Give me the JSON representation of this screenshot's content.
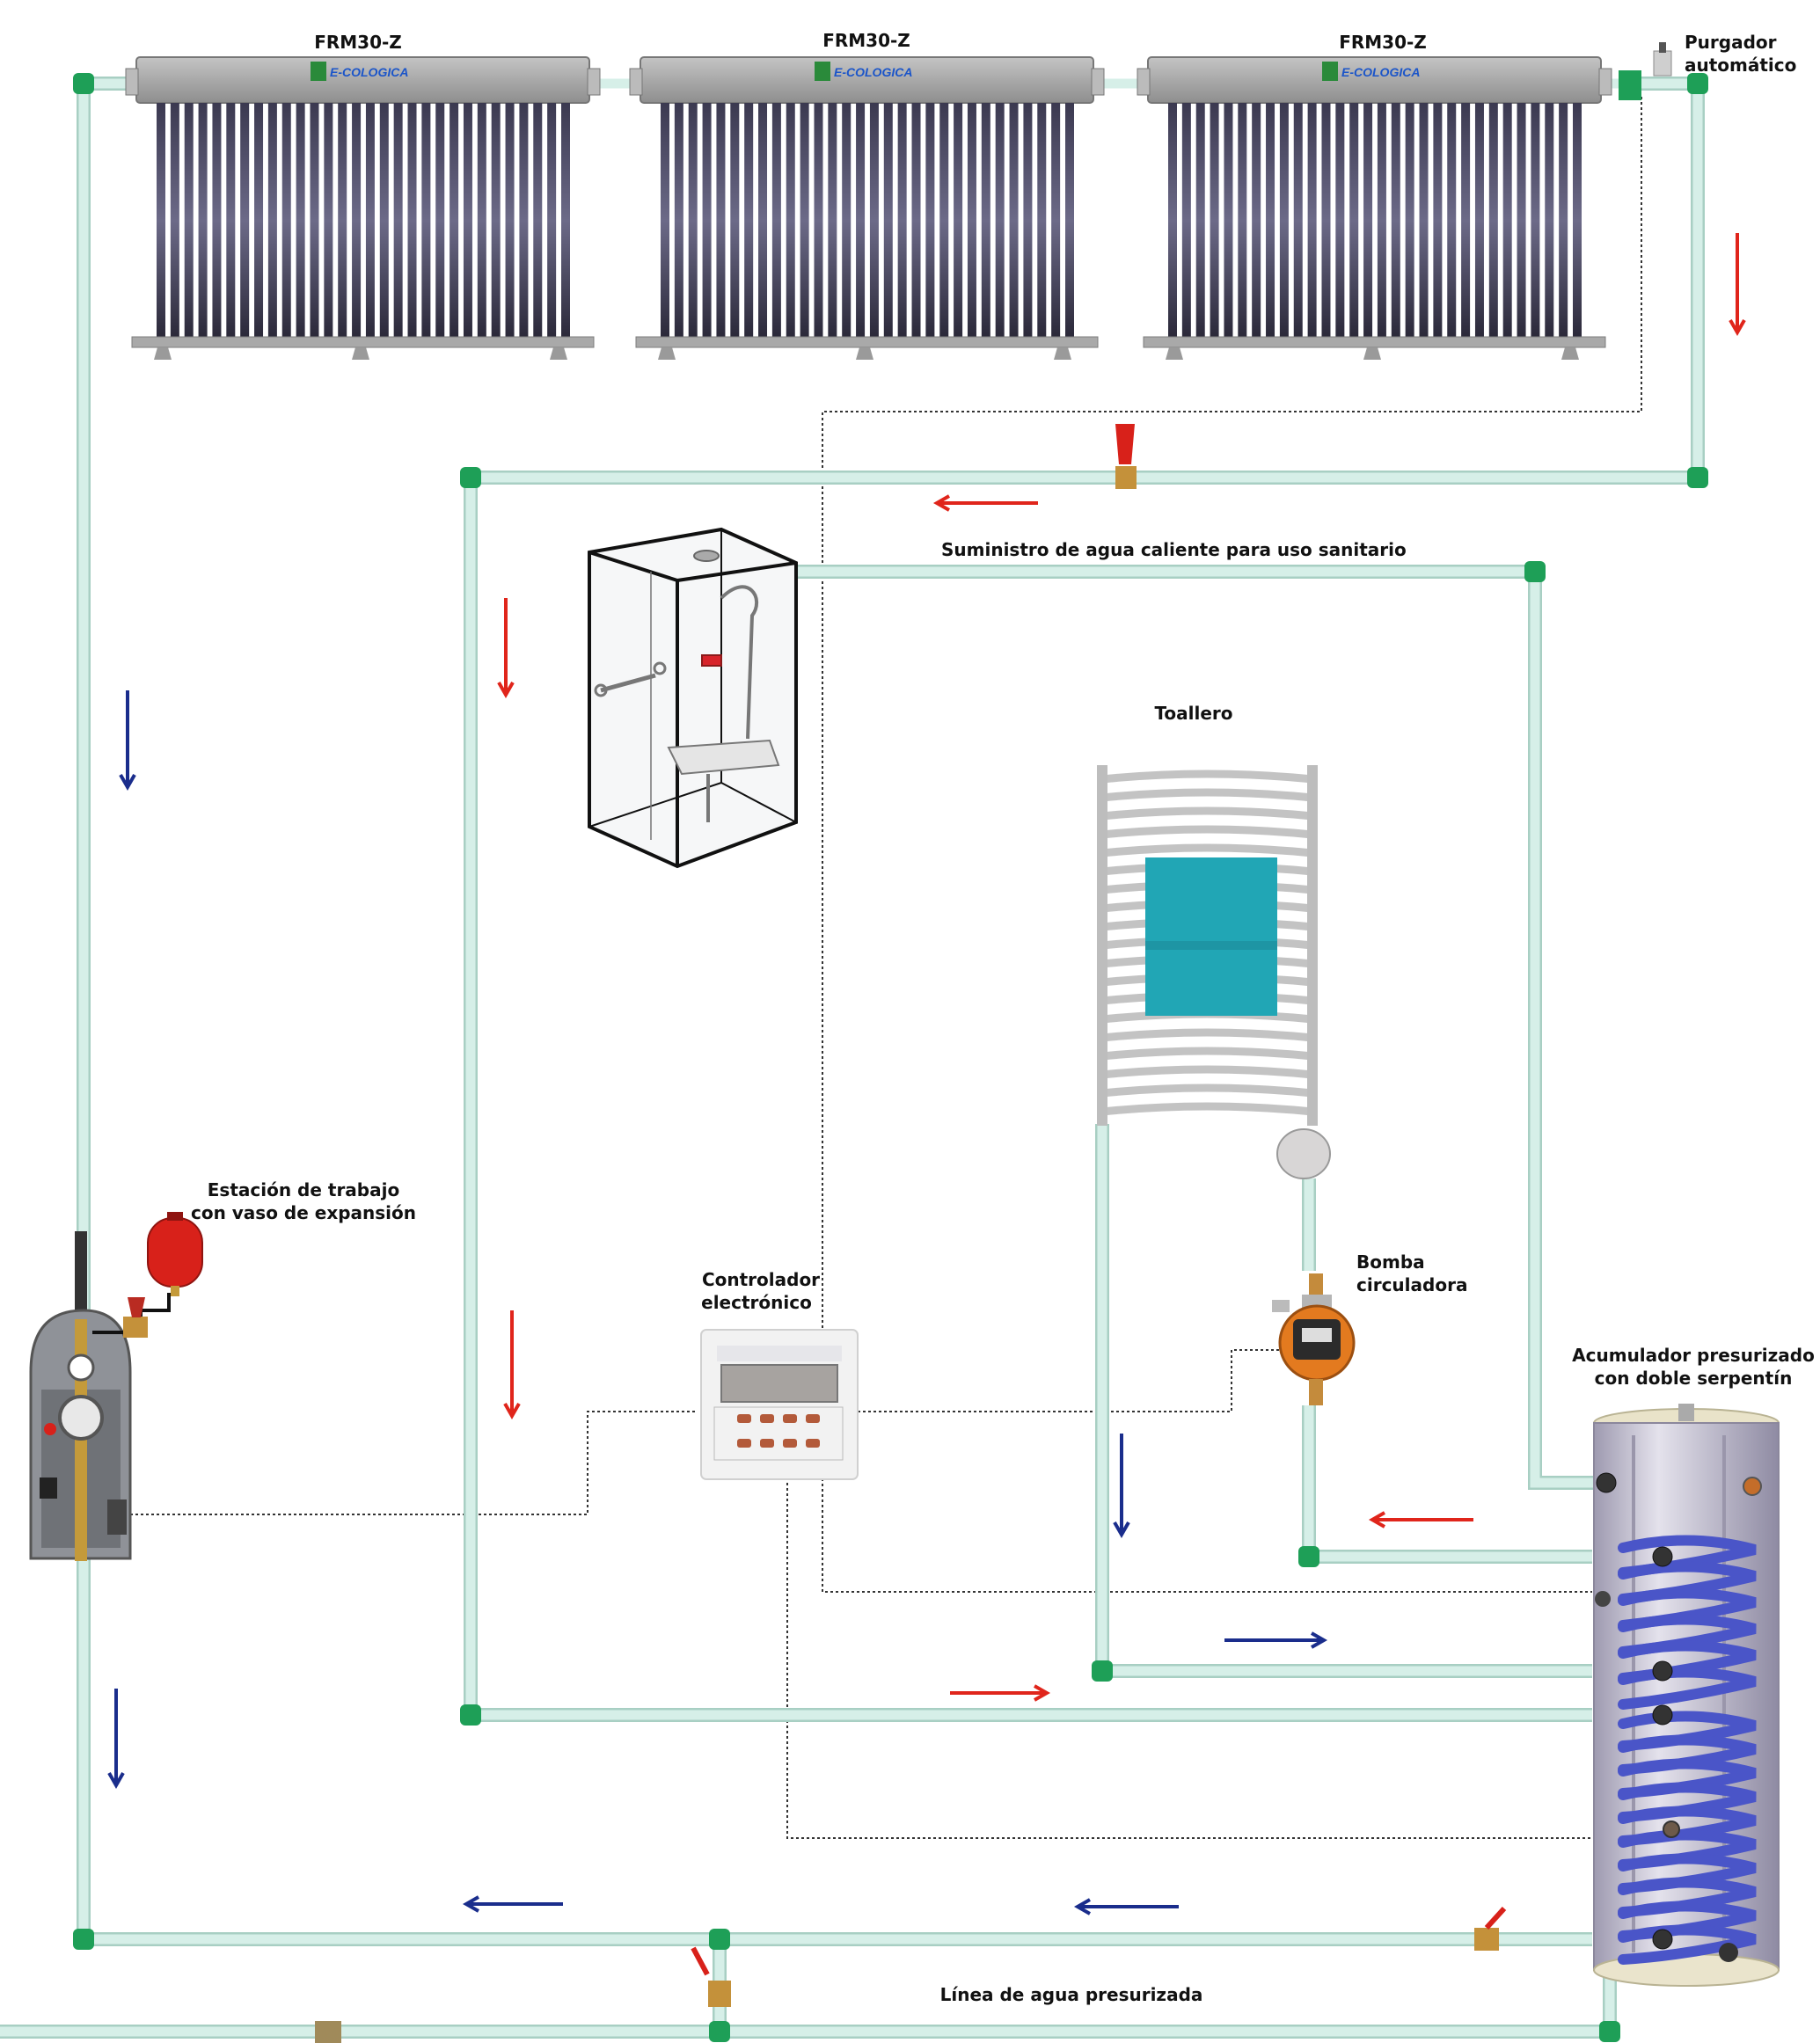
{
  "colors": {
    "pipe": "#d6efe8",
    "pipe_edge": "#a8cfc3",
    "elbow": "#1e9f57",
    "hot_arrow": "#e0251b",
    "cold_arrow": "#1a2d8c",
    "coil": "#4a55c8",
    "tank": "#c9c6d6",
    "pump": "#e37a1f",
    "expansion_vessel": "#d8211a",
    "towel": "#21a6b5",
    "collector_frame": "#9a9a9a",
    "tube": "#27253a"
  },
  "collectors": [
    {
      "model": "FRM30-Z",
      "brand": "E-COLOGICA"
    },
    {
      "model": "FRM30-Z",
      "brand": "E-COLOGICA"
    },
    {
      "model": "FRM30-Z",
      "brand": "E-COLOGICA"
    }
  ],
  "labels": {
    "air_vent_line1": "Purgador",
    "air_vent_line2": "automático",
    "dhw_supply": "Suministro de agua caliente para uso sanitario",
    "towel_rail": "Toallero",
    "station_line1": "Estación de trabajo",
    "station_line2": "con vaso de expansión",
    "controller_line1": "Controlador",
    "controller_line2": "electrónico",
    "pump_line1": "Bomba",
    "pump_line2": "circuladora",
    "tank_line1": "Acumulador presurizado",
    "tank_line2": "con doble serpentín",
    "pressurized_line": "Línea de agua presurizada"
  },
  "icons": [
    "shower-cabin-icon",
    "towel-rail-icon",
    "circulation-pump-icon",
    "controller-icon",
    "expansion-vessel-icon",
    "storage-tank-icon",
    "safety-valve-icon",
    "ball-valve-icon",
    "air-vent-icon",
    "flow-arrow-icon"
  ]
}
